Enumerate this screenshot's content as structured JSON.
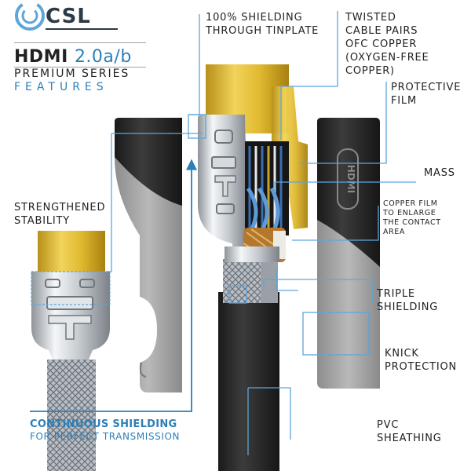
{
  "brand": {
    "logo": "CSL",
    "product": "HDMI",
    "version": "2.0a/b",
    "series": "PREMIUM SERIES",
    "features": "FEATURES"
  },
  "colors": {
    "accent_blue": "#2c7fb8",
    "dark_navy": "#2c3a46",
    "gold": "#d8b022",
    "cable_black": "#2a2a2a",
    "grip_gray": "#a9a9a9"
  },
  "callouts": {
    "shielding_tinplate": [
      "100% SHIELDING",
      "THROUGH TINPLATE"
    ],
    "twisted_pairs": [
      "TWISTED",
      "CABLE PAIRS",
      "OFC COPPER",
      "(OXYGEN-FREE",
      "COPPER)"
    ],
    "protective_film": [
      "PROTECTIVE",
      "FILM"
    ],
    "mass": [
      "MASS"
    ],
    "copper_film": [
      "COPPER FILM",
      "TO ENLARGE",
      "THE CONTACT",
      "AREA"
    ],
    "triple_shielding": [
      "TRIPLE",
      "SHIELDING"
    ],
    "knick_protection": [
      "KNICK",
      "PROTECTION"
    ],
    "pvc_sheathing": [
      "PVC",
      "SHEATHING"
    ],
    "strengthened_stability": [
      "STRENGTHENED",
      "STABILITY"
    ],
    "continuous_shielding_title": "CONTINUOUS SHIELDING",
    "continuous_shielding_sub": "FOR PERFECT TRANSMISSION"
  },
  "connector": {
    "housing_mark": "HDMI"
  }
}
